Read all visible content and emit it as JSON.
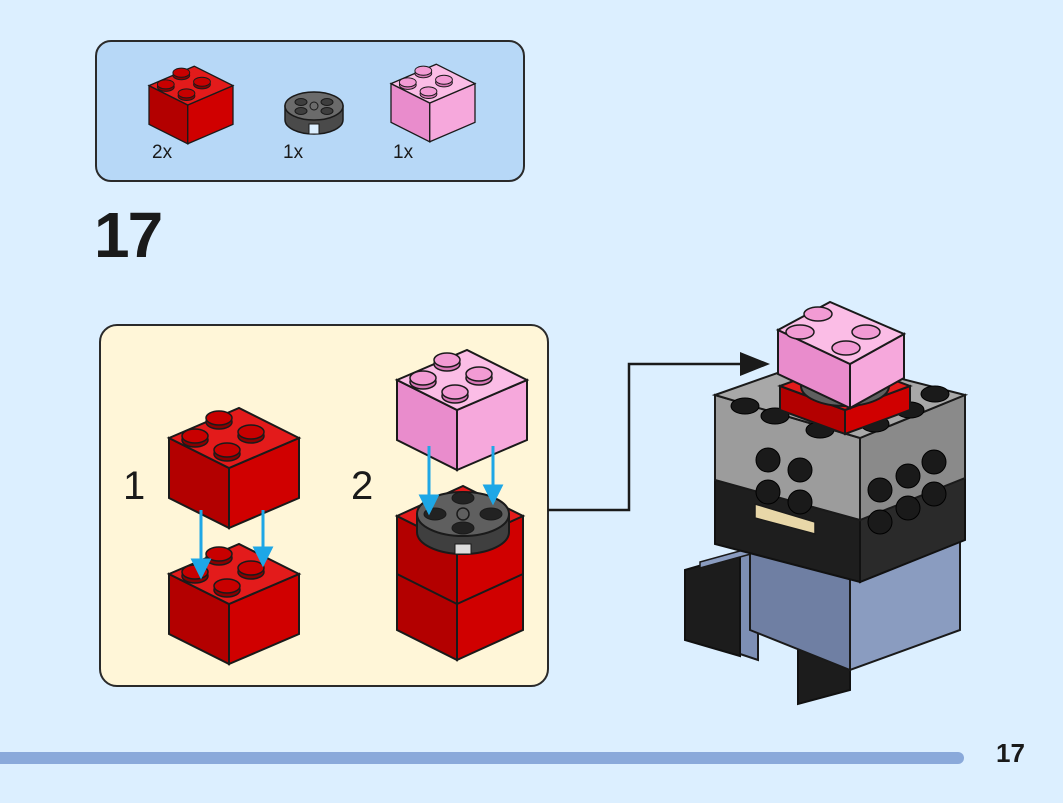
{
  "parts_list": [
    {
      "icon": "red-brick-2x2-icon",
      "color": "#d00000",
      "quantity": "2x"
    },
    {
      "icon": "dark-gray-round-plate-icon",
      "color": "#5a5a5a",
      "quantity": "1x"
    },
    {
      "icon": "pink-brick-2x2-icon",
      "color": "#f6a8dc",
      "quantity": "1x"
    }
  ],
  "step": {
    "number": "17"
  },
  "substeps": [
    {
      "number": "1"
    },
    {
      "number": "2"
    }
  ],
  "page": {
    "number": "17",
    "progress_fraction": 0.9
  },
  "colors": {
    "background": "#dcefff",
    "parts_box": "#b7d8f7",
    "substep_box": "#fff6d8",
    "arrow": "#1ea7e6",
    "red": "#d00000",
    "pink": "#f6a8dc",
    "gray": "#9c9c9c",
    "black": "#1c1c1c",
    "blue_gray": "#8a9cc0"
  }
}
